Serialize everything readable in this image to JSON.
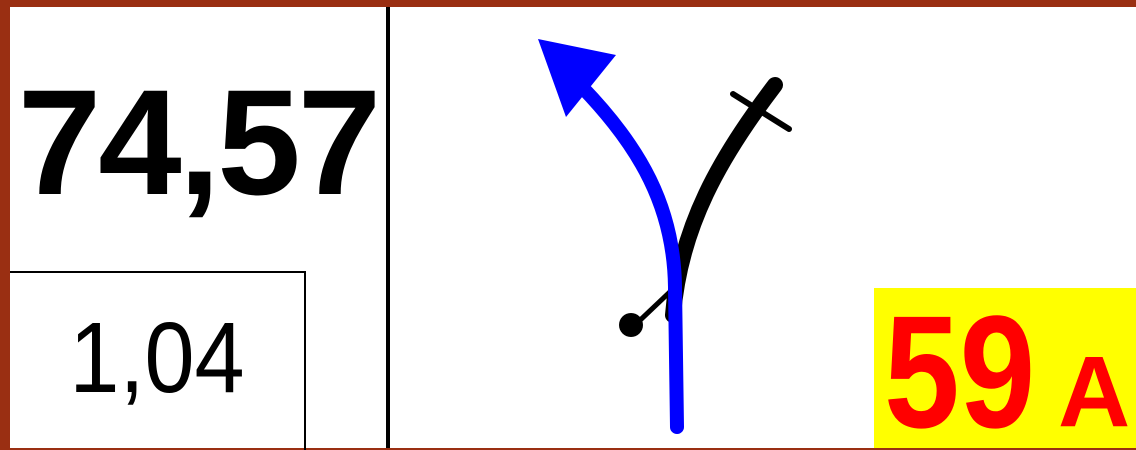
{
  "roadbook": {
    "total_distance": "74,57",
    "partial_distance": "1,04",
    "waypoint": {
      "number": "59",
      "suffix": "A"
    },
    "colors": {
      "frame": "#9a2f12",
      "route": "#0000ff",
      "track": "#000000",
      "waypoint_bg": "#ffff00",
      "waypoint_text": "#ff0000"
    },
    "icons": [
      "route-arrow-icon",
      "side-track-icon",
      "start-dot-icon"
    ]
  }
}
